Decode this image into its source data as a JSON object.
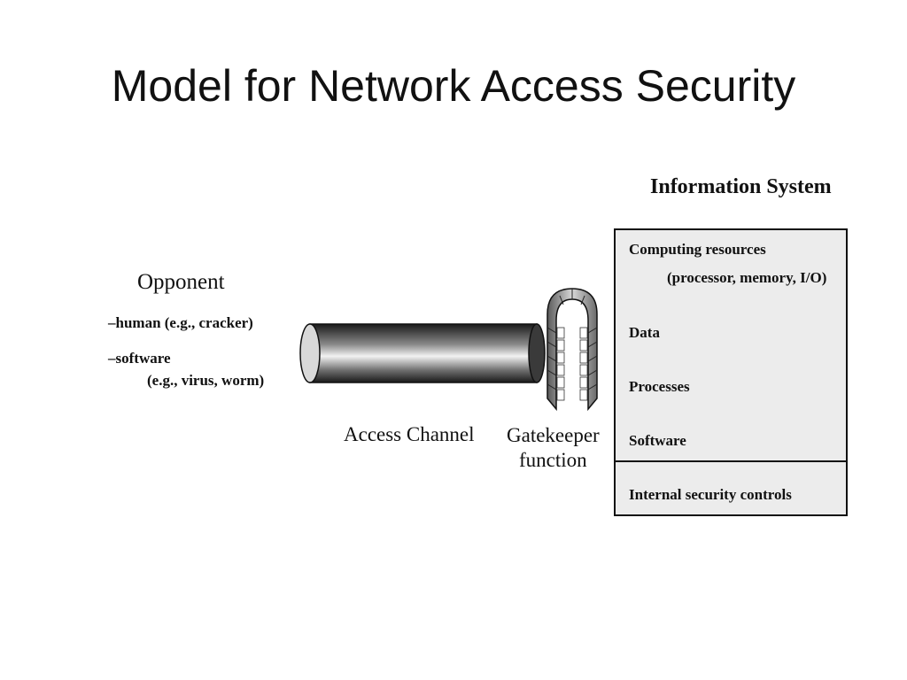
{
  "title": "Model for Network Access Security",
  "opponent": {
    "heading": "Opponent",
    "items": [
      "–human (e.g., cracker)",
      "–software",
      "(e.g., virus, worm)"
    ]
  },
  "access_channel": {
    "label": "Access Channel"
  },
  "gatekeeper": {
    "label_line1": "Gatekeeper",
    "label_line2": "function"
  },
  "information_system": {
    "heading": "Information System",
    "items": [
      "Computing resources",
      "(processor, memory, I/O)",
      "Data",
      "Processes",
      "Software"
    ],
    "internal": "Internal security controls"
  }
}
